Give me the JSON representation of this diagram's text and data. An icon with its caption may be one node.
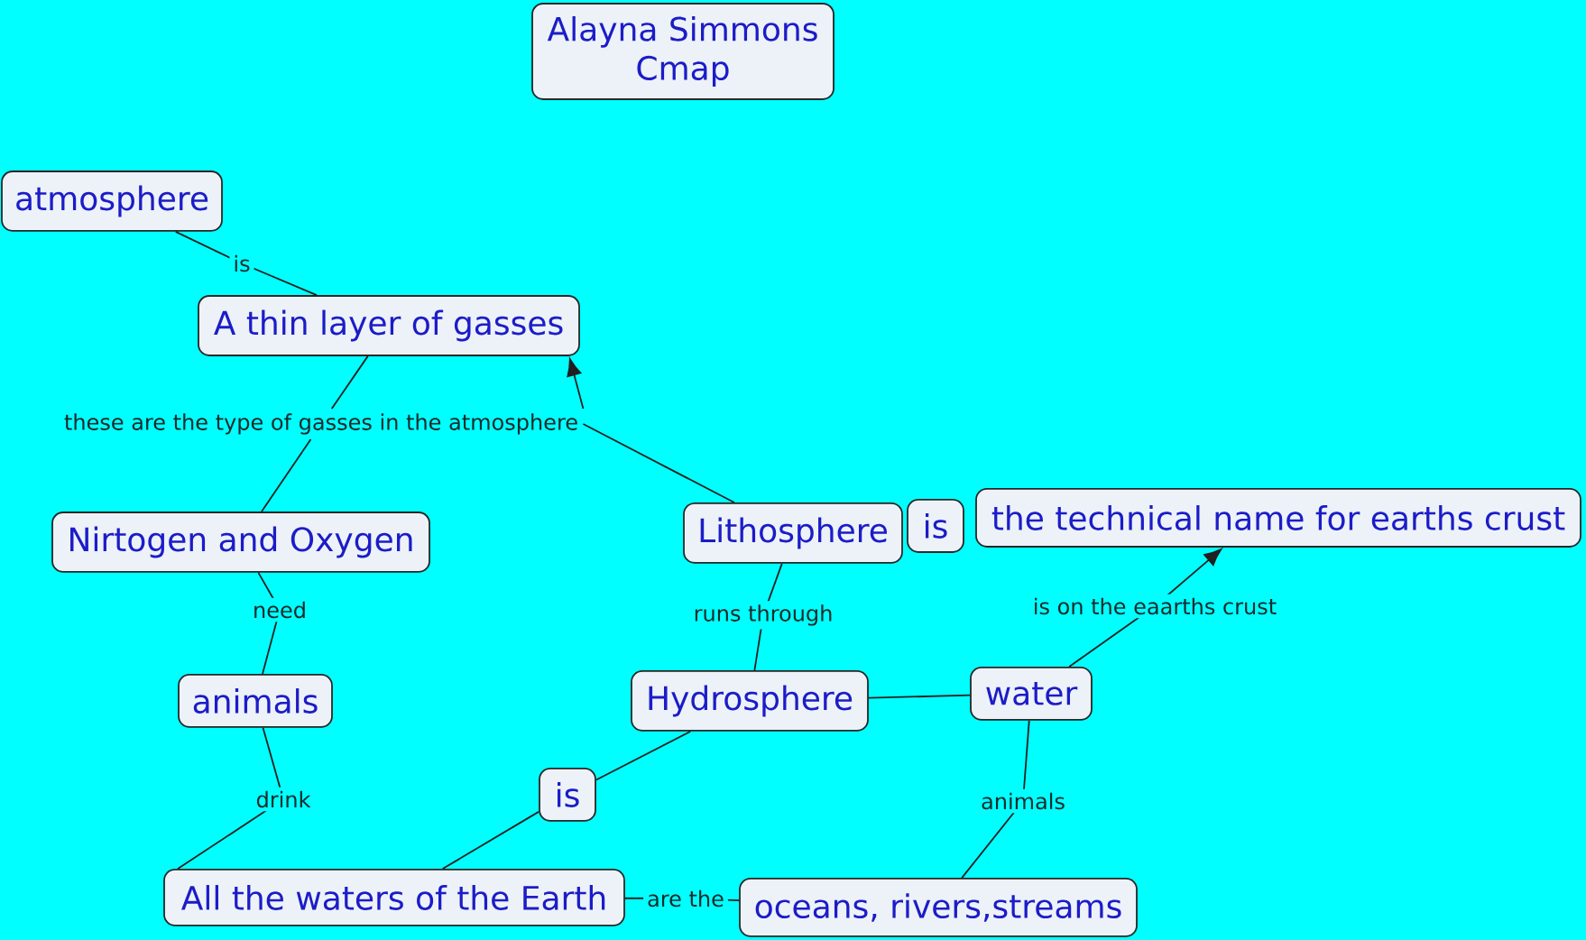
{
  "diagram": {
    "nodes": [
      {
        "text": [
          "Alayna Simmons Cmap"
        ]
      },
      {
        "text": [
          "atmosphere"
        ]
      },
      {
        "text": [
          "A thin layer of gasses"
        ]
      },
      {
        "text": [
          "these are the type of gasses in the atmosphere"
        ]
      },
      {
        "text": [
          "Nirtogen and Oxygen"
        ]
      },
      {
        "text": [
          "Lithosphere"
        ]
      },
      {
        "text": [
          "is"
        ]
      },
      {
        "text": [
          "the technical name for earths crust"
        ]
      },
      {
        "text": [
          "animals"
        ]
      },
      {
        "text": [
          "Hydrosphere"
        ]
      },
      {
        "text": [
          "water"
        ]
      },
      {
        "text": [
          "is"
        ]
      },
      {
        "text": [
          "All the waters of the Earth"
        ]
      },
      {
        "text": [
          "oceans, rivers,streams"
        ]
      }
    ],
    "edges": [
      {
        "from": 1,
        "to": 2,
        "arrow": "none",
        "label": "is"
      },
      {
        "from": 2,
        "to": 3,
        "arrow": "none"
      },
      {
        "from": 3,
        "to": 4,
        "arrow": "none"
      },
      {
        "from": 5,
        "to": 3,
        "arrow": "none"
      },
      {
        "from": 3,
        "to": 2,
        "arrow": "to"
      },
      {
        "from": 4,
        "to": 8,
        "arrow": "none",
        "label": "need"
      },
      {
        "from": 8,
        "to": 12,
        "arrow": "none",
        "label": "drink"
      },
      {
        "from": 5,
        "to": 9,
        "arrow": "none",
        "label": "runs through"
      },
      {
        "from": 9,
        "to": 11,
        "arrow": "none"
      },
      {
        "from": 11,
        "to": 12,
        "arrow": "none"
      },
      {
        "from": 9,
        "to": 10,
        "arrow": "none"
      },
      {
        "from": 10,
        "to": 7,
        "arrow": "to",
        "label": "is on the eaarths crust"
      },
      {
        "from": 10,
        "to": 13,
        "arrow": "none",
        "label": "animals"
      },
      {
        "from": 12,
        "to": 13,
        "arrow": "none",
        "label": "are the"
      }
    ]
  }
}
